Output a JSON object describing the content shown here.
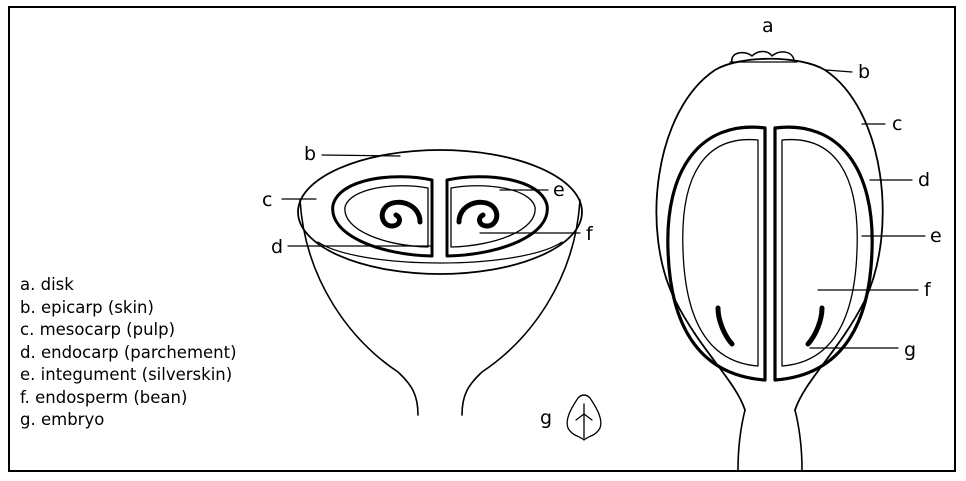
{
  "labels": {
    "a": "a",
    "b": "b",
    "c": "c",
    "d": "d",
    "e": "e",
    "f": "f",
    "g": "g"
  },
  "legend": [
    {
      "key": "a.",
      "text": "disk"
    },
    {
      "key": "b.",
      "text": "epicarp (skin)"
    },
    {
      "key": "c.",
      "text": "mesocarp (pulp)"
    },
    {
      "key": "d.",
      "text": "endocarp (parchement)"
    },
    {
      "key": "e.",
      "text": "integument (silverskin)"
    },
    {
      "key": "f.",
      "text": "endosperm (bean)"
    },
    {
      "key": "g.",
      "text": "embryo"
    }
  ]
}
